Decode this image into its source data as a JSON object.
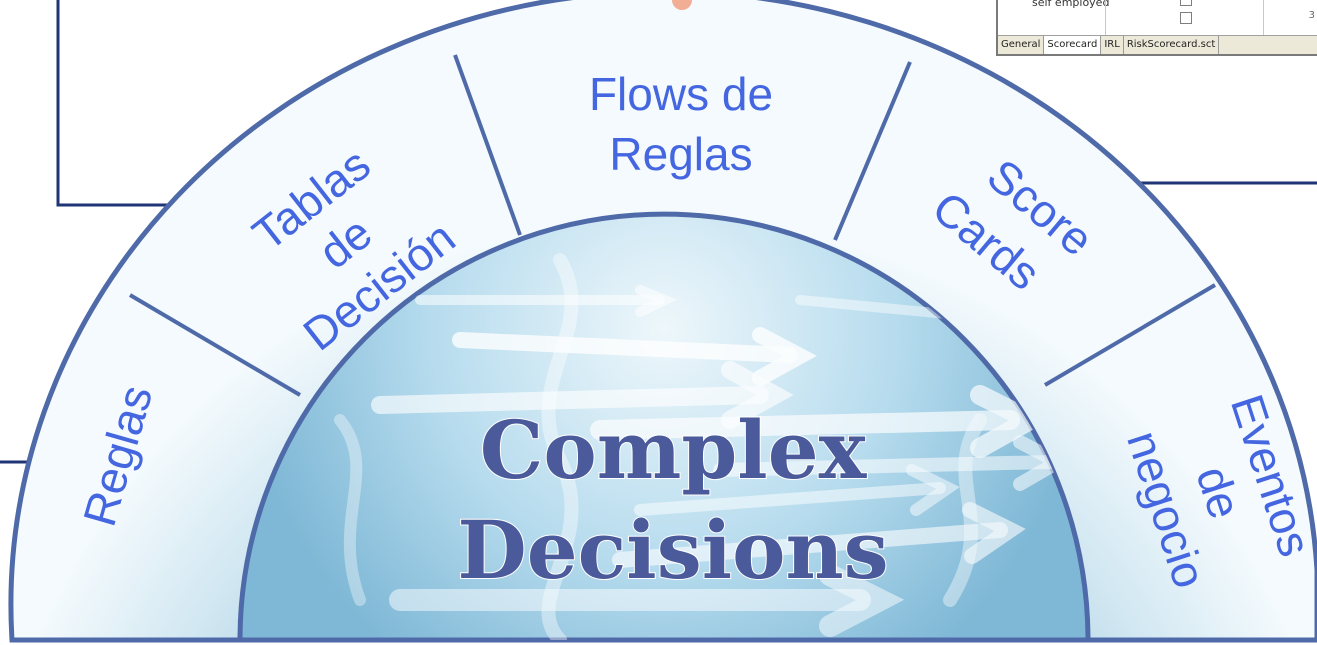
{
  "scorecard_window": {
    "row_label": "self employed",
    "trailing_value": "3",
    "tabs": [
      "General",
      "Scorecard",
      "IRL",
      "RiskScorecard.sct"
    ],
    "active_tab": 1
  },
  "diagram": {
    "center_lines": [
      "Complex",
      "Decisions"
    ],
    "segments": [
      {
        "id": "reglas",
        "lines": [
          "Reglas"
        ]
      },
      {
        "id": "tablas",
        "lines": [
          "Tablas",
          "de",
          "Decisión"
        ]
      },
      {
        "id": "flows",
        "lines": [
          "Flows de",
          "Reglas"
        ]
      },
      {
        "id": "score",
        "lines": [
          "Score",
          "Cards"
        ]
      },
      {
        "id": "eventos",
        "lines": [
          "Eventos",
          "de",
          "negocio"
        ]
      }
    ]
  },
  "colors": {
    "band_fill": "#dfeff7",
    "band_stroke": "#4f6aa8",
    "label_text": "#4466e0",
    "center_text": "#4a5a9a",
    "center_fill": "#a9d3ea",
    "connector": "#1f3575"
  }
}
